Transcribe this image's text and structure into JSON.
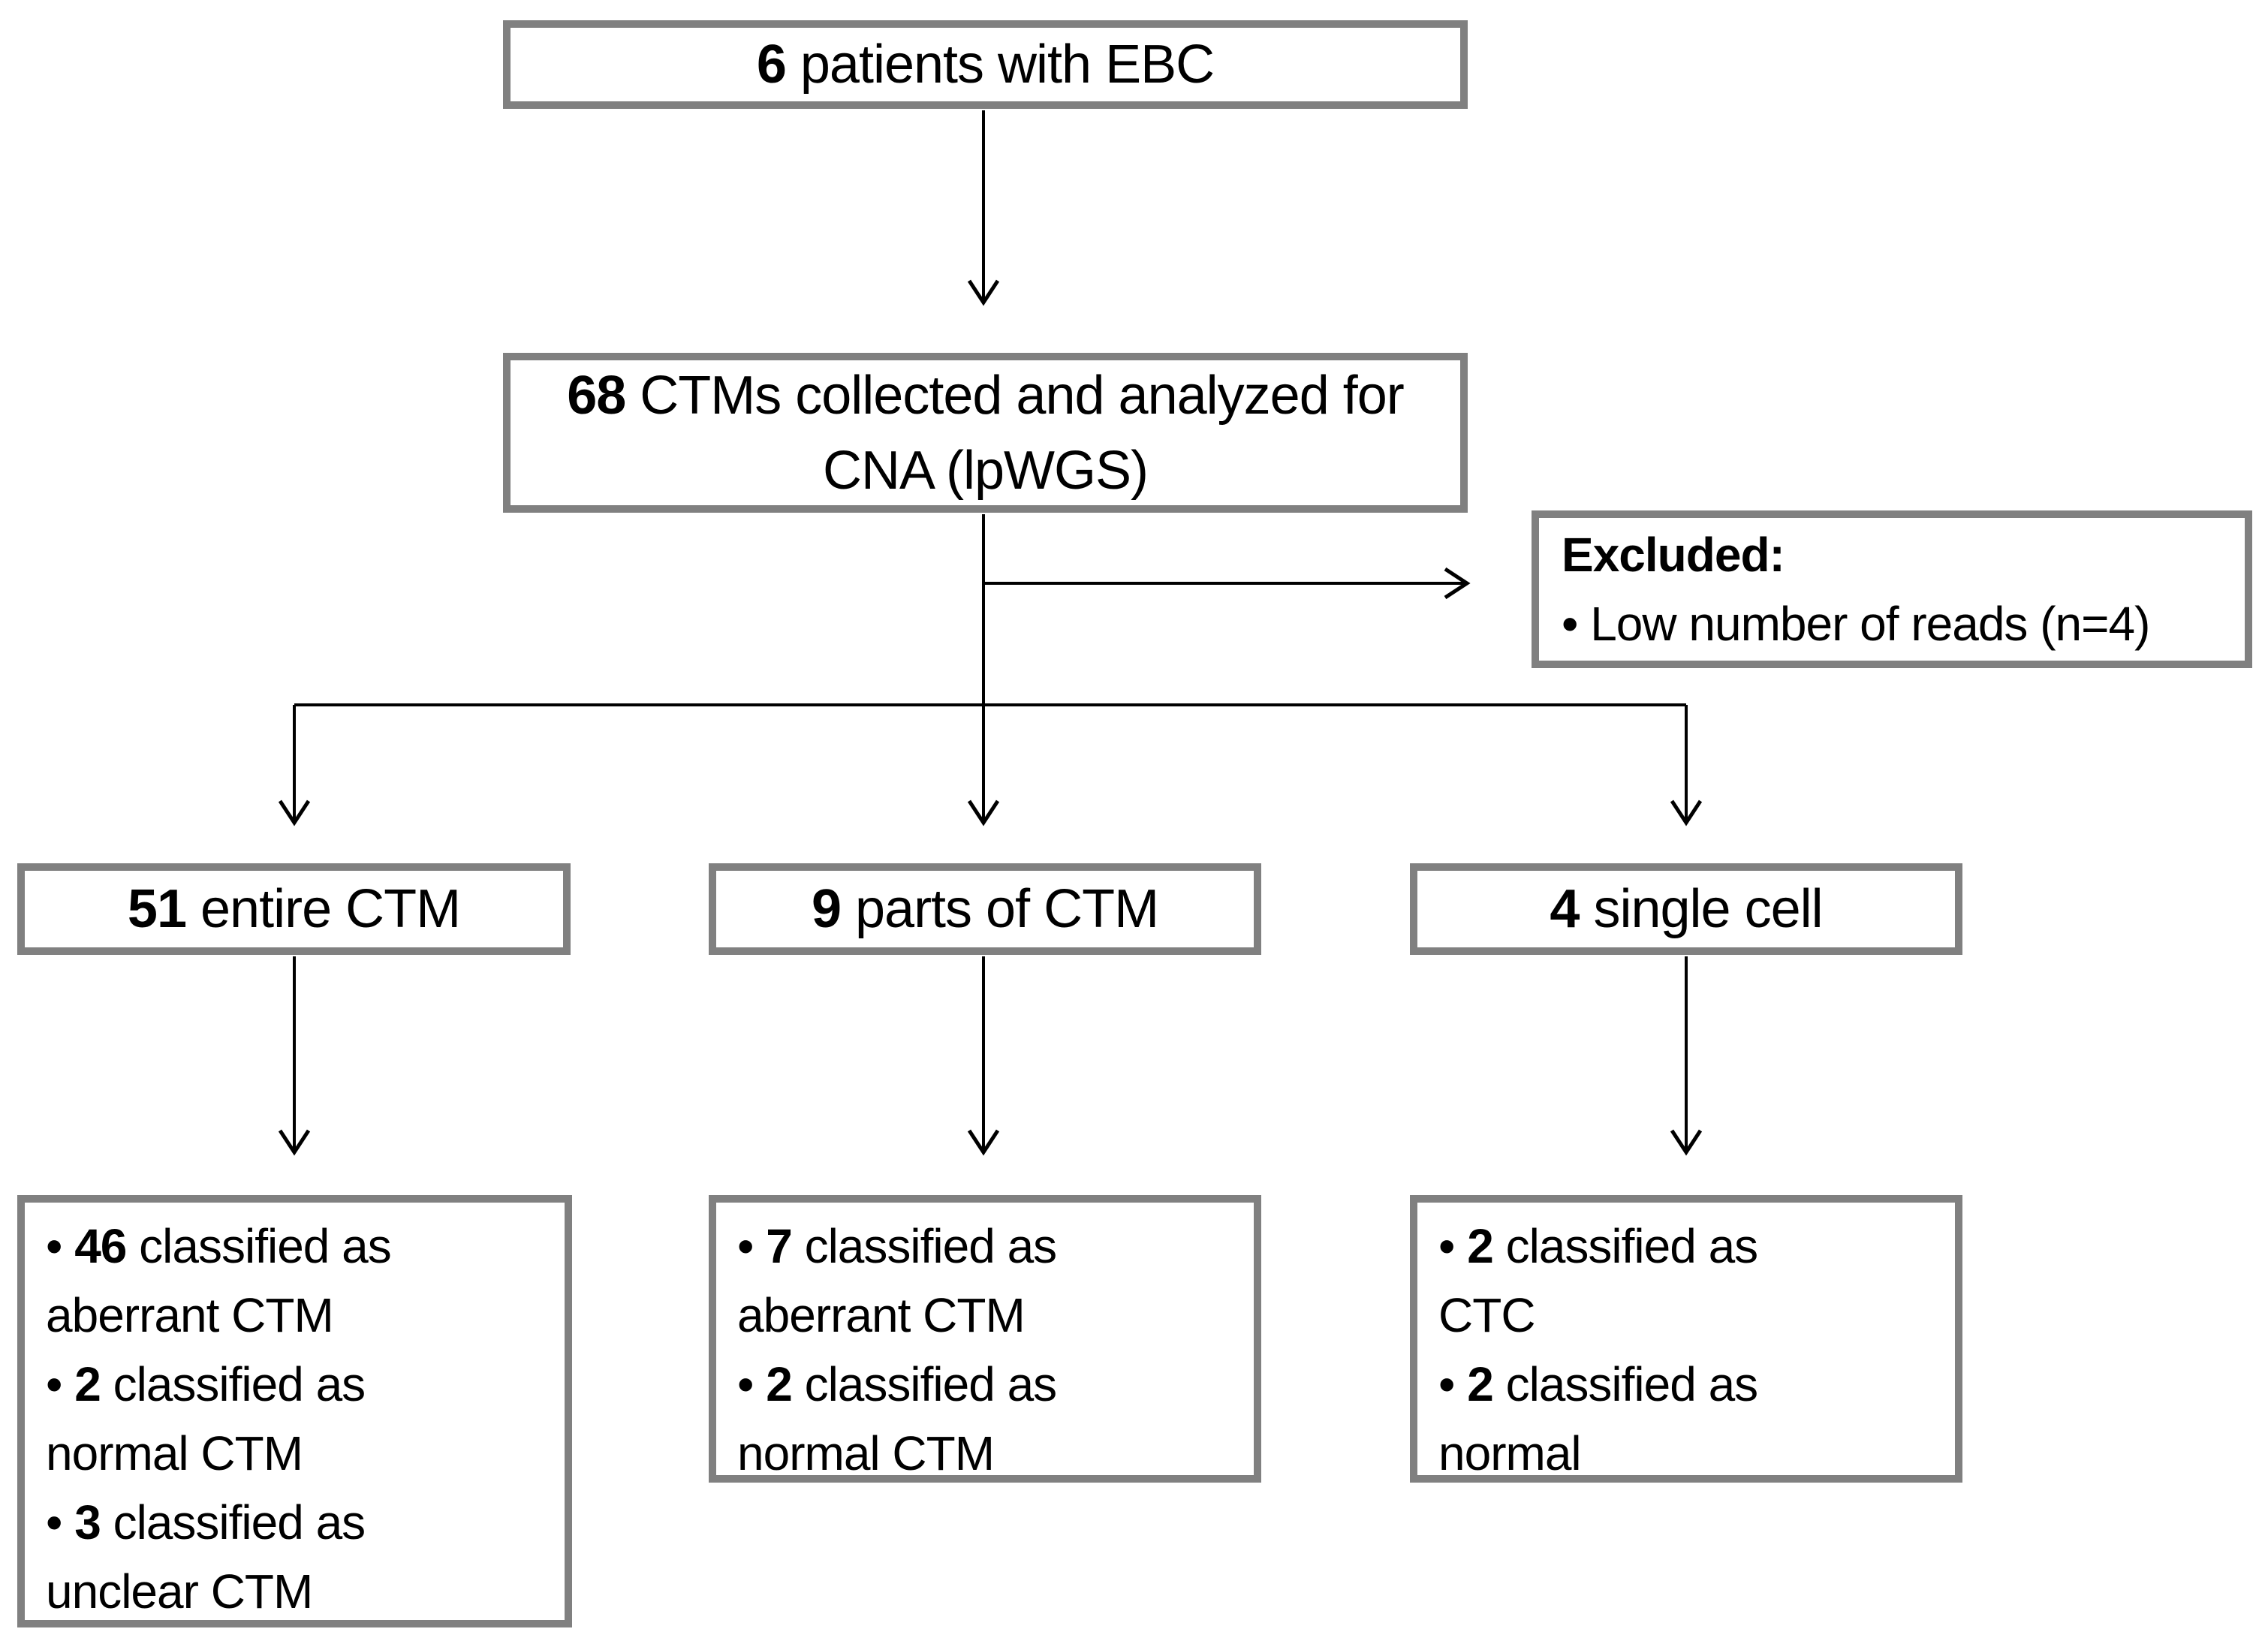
{
  "diagram": {
    "type": "flowchart",
    "colors": {
      "background": "#ffffff",
      "box_border": "#808080",
      "arrow": "#000000",
      "text": "#000000"
    },
    "nodes": {
      "patients": {
        "lines": [
          [
            {
              "b": "6"
            },
            {
              "t": " patients with EBC"
            }
          ]
        ]
      },
      "ctms": {
        "lines": [
          [
            {
              "b": "68"
            },
            {
              "t": " CTMs collected and analyzed for"
            }
          ],
          [
            {
              "t": "CNA (lpWGS)"
            }
          ]
        ]
      },
      "excluded": {
        "lines": [
          [
            {
              "b": "Excluded:"
            }
          ],
          [
            {
              "t": "• Low number of reads (n=4)"
            }
          ]
        ]
      },
      "entire_ctm": {
        "lines": [
          [
            {
              "b": "51"
            },
            {
              "t": " entire CTM"
            }
          ]
        ]
      },
      "parts_of_ctm": {
        "lines": [
          [
            {
              "b": "9"
            },
            {
              "t": " parts of CTM"
            }
          ]
        ]
      },
      "single_cell": {
        "lines": [
          [
            {
              "b": "4"
            },
            {
              "t": " single cell"
            }
          ]
        ]
      },
      "entire_ctm_results": {
        "lines": [
          [
            {
              "t": "• "
            },
            {
              "b": "46"
            },
            {
              "t": " classified as"
            }
          ],
          [
            {
              "t": "aberrant CTM"
            }
          ],
          [
            {
              "t": "• "
            },
            {
              "b": "2"
            },
            {
              "t": " classified as"
            }
          ],
          [
            {
              "t": "normal CTM"
            }
          ],
          [
            {
              "t": "• "
            },
            {
              "b": "3"
            },
            {
              "t": " classified as"
            }
          ],
          [
            {
              "t": "unclear CTM"
            }
          ]
        ]
      },
      "parts_of_ctm_results": {
        "lines": [
          [
            {
              "t": "• "
            },
            {
              "b": "7"
            },
            {
              "t": " classified as"
            }
          ],
          [
            {
              "t": "aberrant CTM"
            }
          ],
          [
            {
              "t": "• "
            },
            {
              "b": "2"
            },
            {
              "t": " classified as"
            }
          ],
          [
            {
              "t": "normal CTM"
            }
          ]
        ]
      },
      "single_cell_results": {
        "lines": [
          [
            {
              "t": "• "
            },
            {
              "b": "2"
            },
            {
              "t": " classified as"
            }
          ],
          [
            {
              "t": "CTC"
            }
          ],
          [
            {
              "t": "• "
            },
            {
              "b": "2"
            },
            {
              "t": " classified as"
            }
          ],
          [
            {
              "t": "normal"
            }
          ]
        ]
      }
    }
  }
}
